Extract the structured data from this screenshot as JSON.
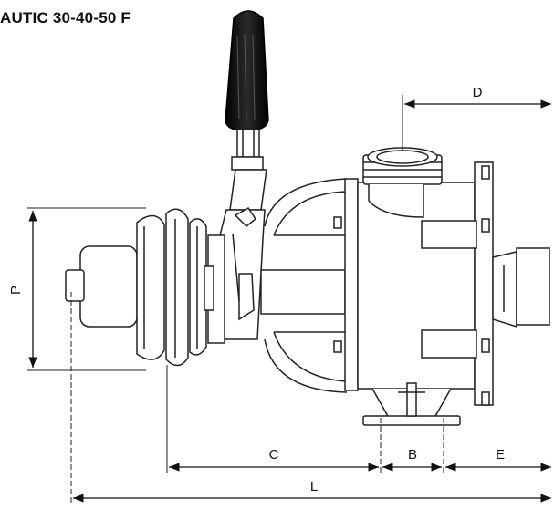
{
  "title": "AUTIC 30-40-50 F",
  "dimensions": {
    "D": "D",
    "P": "P",
    "C": "C",
    "B": "B",
    "E": "E",
    "L": "L"
  }
}
